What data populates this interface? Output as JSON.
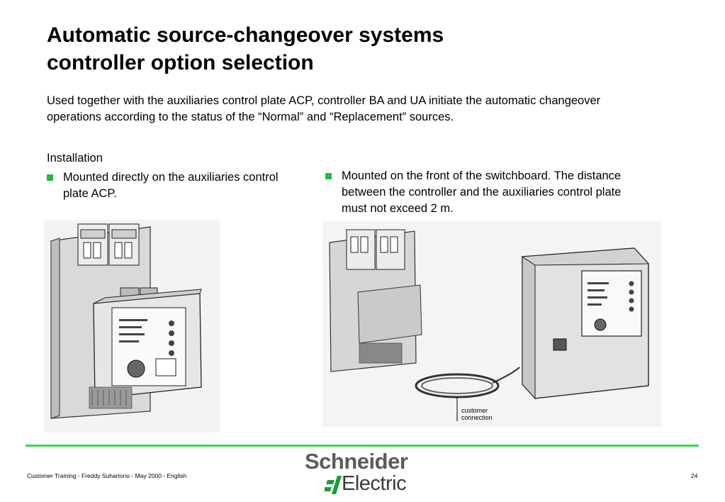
{
  "slide": {
    "title_lines": [
      "Automatic source-changeover systems",
      "controller option selection"
    ],
    "intro_lines": [
      "Used together with the auxiliaries control plate ACP, controller BA and UA initiate the automatic changeover",
      "operations according to the status of the “Normal” and “Replacement” sources."
    ],
    "section_heading": "Installation",
    "bullets": [
      {
        "lines": [
          "Mounted directly on the auxiliaries control",
          "plate ACP."
        ]
      },
      {
        "lines": [
          "Mounted on the front of the switchboard. The distance",
          "between the controller and the auxiliaries control plate",
          "must not exceed 2 m."
        ]
      }
    ],
    "figure_right": {
      "callout_lines": [
        "customer",
        "connection"
      ]
    }
  },
  "footer": {
    "text": "Customer Training - Freddy Suhartono - May 2000 - English",
    "page_number": "24",
    "logo_line1": "Schneider",
    "logo_line2": "Electric"
  },
  "colors": {
    "accent_green": "#33dd55",
    "bullet_green": "#1fbf3a"
  }
}
